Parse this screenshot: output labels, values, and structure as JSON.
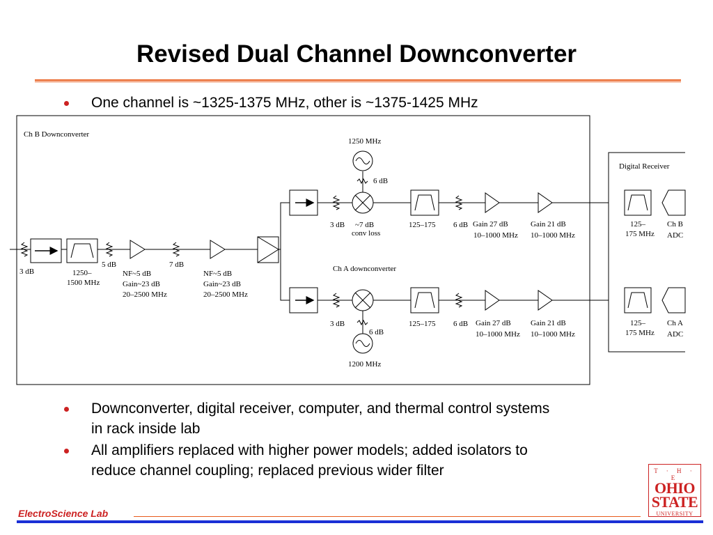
{
  "slide": {
    "title": "Revised Dual Channel Downconverter",
    "bullets": [
      "One channel is ~1325-1375 MHz, other is ~1375-1425 MHz",
      "Downconverter, digital receiver, computer, and thermal control systems",
      "in rack inside lab",
      "All amplifiers replaced with higher power models; added isolators to",
      "reduce channel coupling; replaced previous wider filter"
    ],
    "footer": "ElectroScience Lab"
  },
  "logo": {
    "the": "T · H · E",
    "line1": "OHIO",
    "line2": "STATE",
    "line3": "UNIVERSITY"
  },
  "diagram": {
    "chb_title": "Ch B Downconverter",
    "cha_title": "Ch A downconverter",
    "digital_receiver": "Digital Receiver",
    "input_atten": "3 dB",
    "bpf_in_a": "1250–",
    "bpf_in_b": "1500 MHz",
    "atten_5": "5 dB",
    "atten_7": "7 dB",
    "amp1": [
      "NF~5 dB",
      "Gain~23 dB",
      "20–2500 MHz"
    ],
    "amp2": [
      "NF~5 dB",
      "Gain~23 dB",
      "20–2500 MHz"
    ],
    "lo_b": "1250 MHz",
    "lo_a": "1200 MHz",
    "lo_atten": "6 dB",
    "mixer_atten": "3 dB",
    "mixer_loss_a": "~7 dB",
    "mixer_loss_b": "conv loss",
    "if_filter": "125–175",
    "if_atten": "6 dB",
    "if_amp1": [
      "Gain 27 dB",
      "10–1000 MHz"
    ],
    "if_amp2": [
      "Gain 21 dB",
      "10–1000 MHz"
    ],
    "rx_filter_a": "125–",
    "rx_filter_b": "175 MHz",
    "adc_b": [
      "Ch B",
      "ADC"
    ],
    "adc_a": [
      "Ch A",
      "ADC"
    ]
  }
}
